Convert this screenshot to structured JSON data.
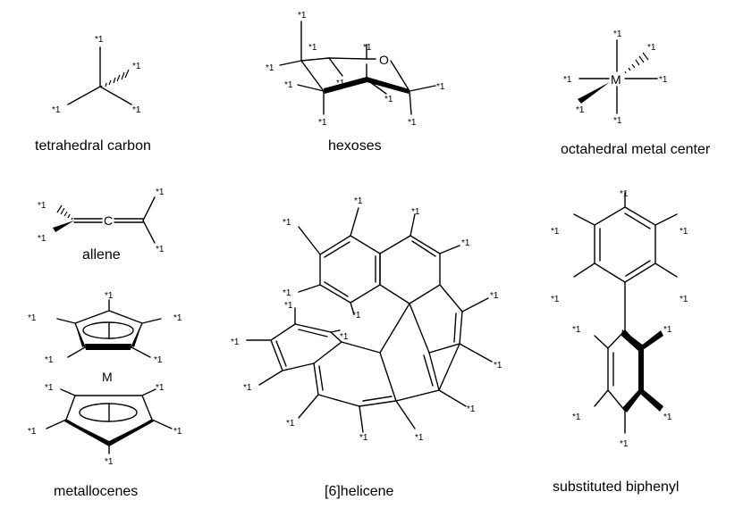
{
  "substituent_label": "*1",
  "captions": {
    "tetrahedral": "tetrahedral carbon",
    "hexoses": "hexoses",
    "octahedral": "octahedral metal center",
    "allene": "allene",
    "metallocenes": "metallocenes",
    "helicene": "[6]helicene",
    "biphenyl": "substituted biphenyl"
  },
  "atoms": {
    "oxygen": "O",
    "metal_oct": "M",
    "allene_carbon": "C",
    "metal_metallocene": "M"
  }
}
